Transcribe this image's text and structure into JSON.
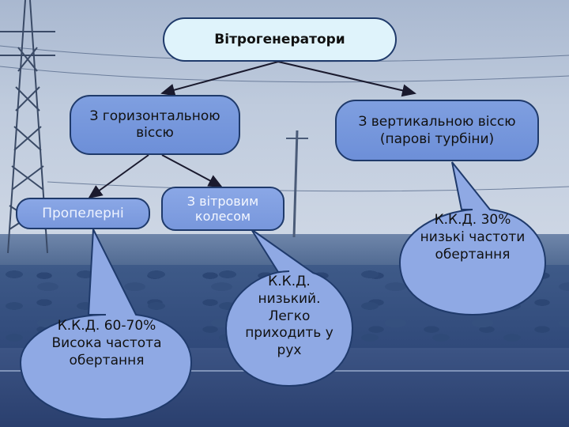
{
  "diagram": {
    "root": "Вітрогенератори",
    "branch_horizontal": "З горизонтальною віссю",
    "branch_vertical": "З вертикальною віссю (парові турбіни)",
    "leaf_propeller": "Пропелерні",
    "leaf_wheel": "З вітровим колесом",
    "note_propeller": "К.К.Д. 60-70% Висока частота обертання",
    "note_wheel": "К.К.Д. низький. Легко приходить у рух",
    "note_vertical": "К.К.Д. 30% низькі частоти обертання"
  }
}
